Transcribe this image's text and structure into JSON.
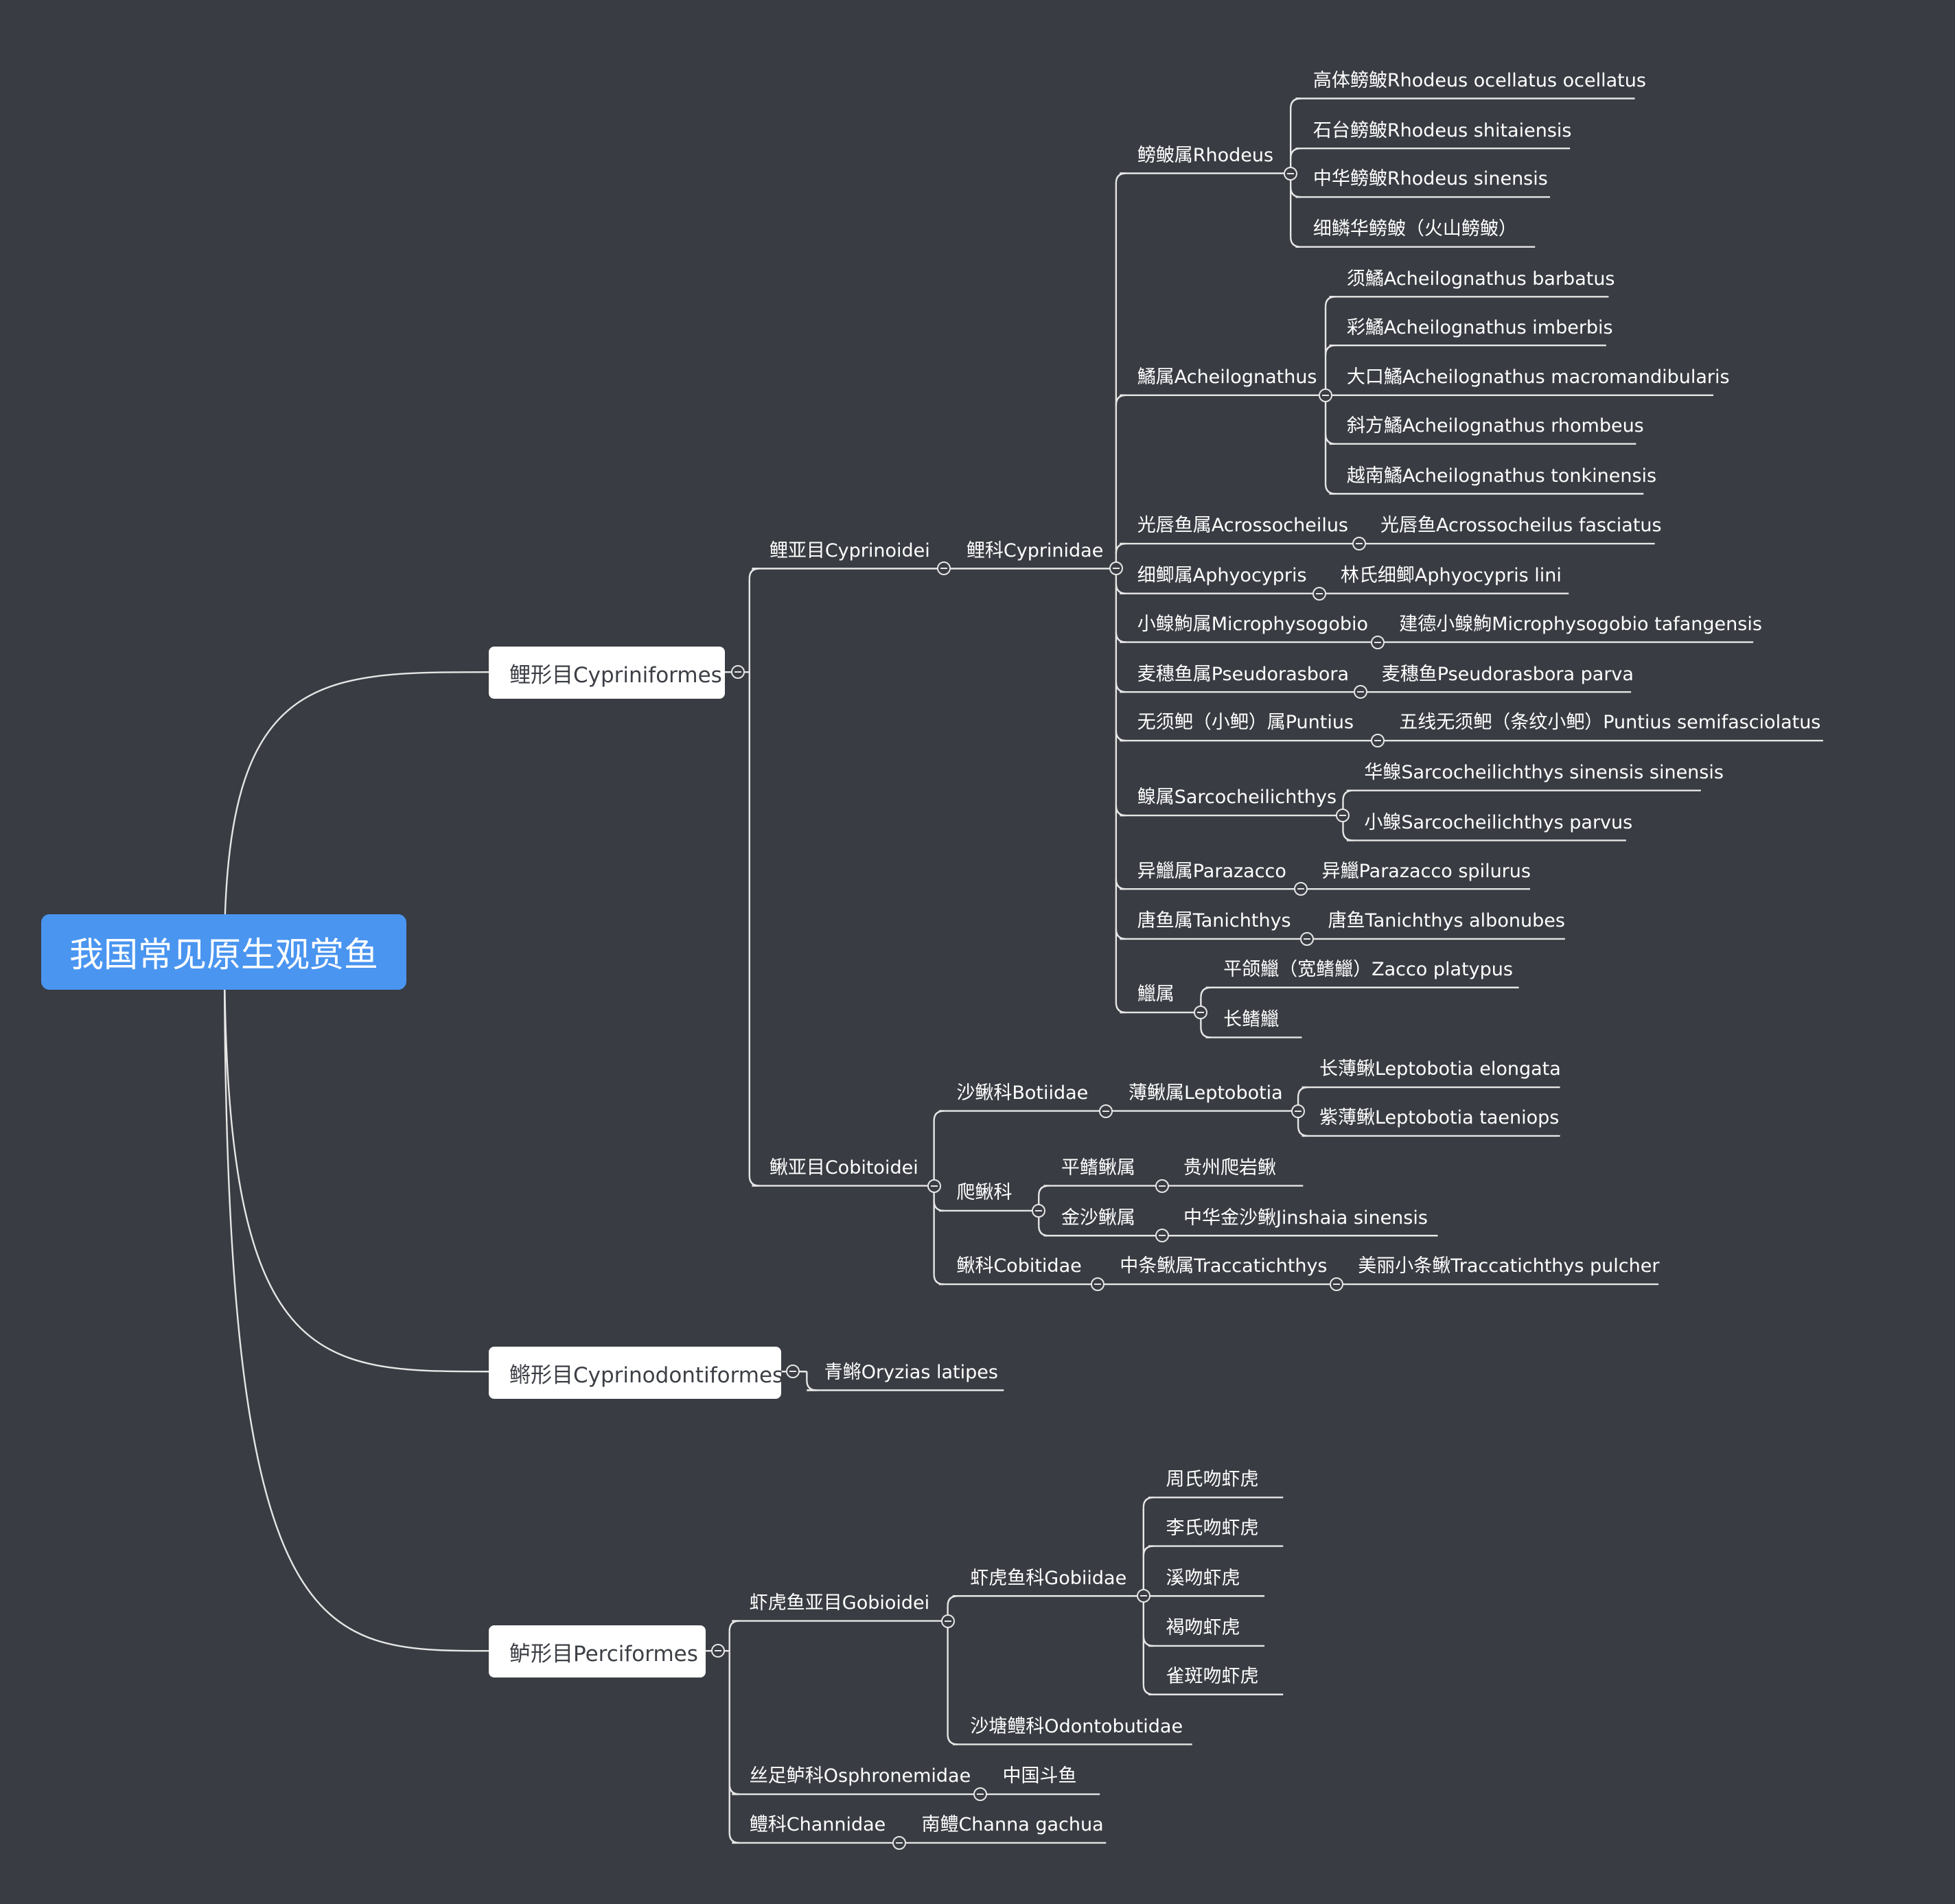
{
  "root": {
    "label": "我国常见原生观赏鱼"
  },
  "orders": [
    {
      "label": "鲤形目Cypriniformes"
    },
    {
      "label": "鳉形目Cyprinodontiformes"
    },
    {
      "label": "鲈形目Perciformes"
    }
  ],
  "nodes": {
    "cyprinoidei": "鲤亚目Cyprinoidei",
    "cyprinidae": "鲤科Cyprinidae",
    "rhodeus": "鳑鲏属Rhodeus",
    "rhodeus_1": "高体鳑鲏Rhodeus ocellatus ocellatus",
    "rhodeus_2": "石台鳑鲏Rhodeus shitaiensis",
    "rhodeus_3": "中华鳑鲏Rhodeus sinensis",
    "rhodeus_4": "细鳞华鳑鲏（火山鳑鲏）",
    "acheil": "鱊属Acheilognathus",
    "acheil_1": "须鱊Acheilognathus barbatus",
    "acheil_2": "彩鱊Acheilognathus imberbis",
    "acheil_3": "大口鱊Acheilognathus macromandibularis",
    "acheil_4": "斜方鱊Acheilognathus rhombeus",
    "acheil_5": "越南鱊Acheilognathus tonkinensis",
    "acro": "光唇鱼属Acrossocheilus",
    "acro_1": "光唇鱼Acrossocheilus fasciatus",
    "aphy": "细鲫属Aphyocypris",
    "aphy_1": "林氏细鲫Aphyocypris lini",
    "micro": "小鳈鮈属Microphysogobio",
    "micro_1": "建德小鳈鮈Microphysogobio tafangensis",
    "pseudo": "麦穗鱼属Pseudorasbora",
    "pseudo_1": "麦穗鱼Pseudorasbora parva",
    "puntius": "无须鲃（小鲃）属Puntius",
    "puntius_1": "五线无须鲃（条纹小鲃）Puntius semifasciolatus",
    "sarco": "鳈属Sarcocheilichthys",
    "sarco_1": "华鳈Sarcocheilichthys sinensis sinensis",
    "sarco_2": "小鳈Sarcocheilichthys parvus",
    "parazacco": "异鱲属Parazacco",
    "parazacco_1": "异鱲Parazacco spilurus",
    "tani": "唐鱼属Tanichthys",
    "tani_1": "唐鱼Tanichthys albonubes",
    "zacco": "鱲属",
    "zacco_1": "平颌鱲（宽鳍鱲）Zacco platypus",
    "zacco_2": "长鳍鱲",
    "cobitoidei": "鳅亚目Cobitoidei",
    "botiidae": "沙鳅科Botiidae",
    "lepto": "薄鳅属Leptobotia",
    "lepto_1": "长薄鳅Leptobotia elongata",
    "lepto_2": "紫薄鳅Leptobotia taeniops",
    "balitoridae": "爬鳅科",
    "pingqi": "平鳍鳅属",
    "pingqi_1": "贵州爬岩鳅",
    "jinsha": "金沙鳅属",
    "jinsha_1": "中华金沙鳅Jinshaia sinensis",
    "cobitidae": "鳅科Cobitidae",
    "tracc": "中条鳅属Traccatichthys",
    "tracc_1": "美丽小条鳅Traccatichthys pulcher",
    "oryzias": "青鳉Oryzias latipes",
    "gobioidei": "虾虎鱼亚目Gobioidei",
    "gobiidae": "虾虎鱼科Gobiidae",
    "gob_1": "周氏吻虾虎",
    "gob_2": "李氏吻虾虎",
    "gob_3": "溪吻虾虎",
    "gob_4": "褐吻虾虎",
    "gob_5": "雀斑吻虾虎",
    "odonto": "沙塘鳢科Odontobutidae",
    "osphro": "丝足鲈科Osphronemidae",
    "osphro_1": "中国斗鱼",
    "channidae": "鳢科Channidae",
    "channidae_1": "南鳢Channa gachua"
  },
  "colors": {
    "background": "#393c42",
    "root": "#4a95f0",
    "line": "#e6e6e6",
    "box": "#ffffff"
  }
}
